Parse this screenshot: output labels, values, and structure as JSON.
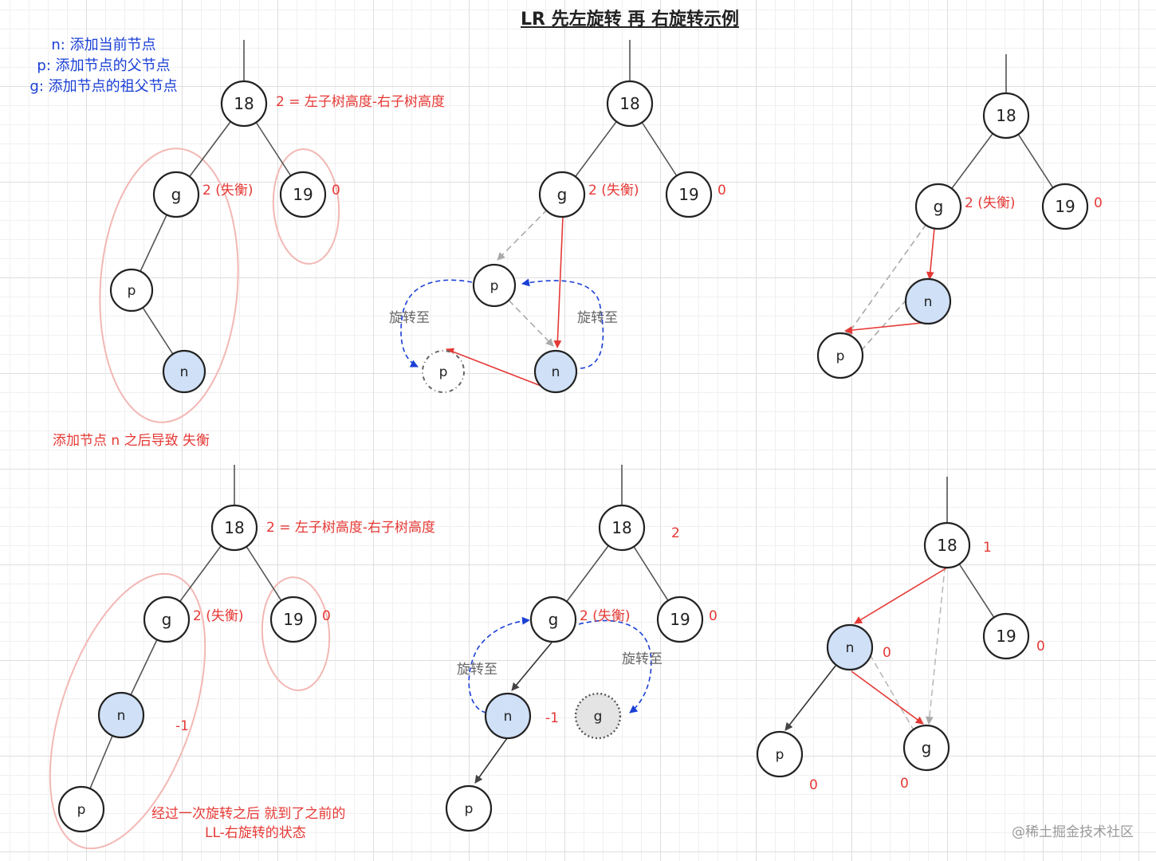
{
  "title": "LR 先左旋转 再 右旋转示例",
  "legend": {
    "n": "n:  添加当前节点",
    "p": "p: 添加节点的父节点",
    "g": "g: 添加节点的祖父节点"
  },
  "notes": {
    "height_formula": "2 = 左子树高度-右子树高度",
    "imbalance_caption": "添加节点 n 之后导致 失衡",
    "after_rotation_line1": "经过一次旋转之后  就到了之前的",
    "after_rotation_line2": "LL-右旋转的状态"
  },
  "labels": {
    "rotate_to": "旋转至",
    "unbalanced": "2 (失衡)",
    "two": "2",
    "one": "1",
    "zero": "0",
    "minus_one": "-1"
  },
  "colors": {
    "red": "#e53935",
    "blue": "#1a3fd6",
    "node_fill_blue": "#cfe0f7",
    "node_fill_gray": "#e4e4e4",
    "ellipse": "#f2b8b4"
  },
  "nodes": {
    "root": "18",
    "right": "19",
    "g": "g",
    "p": "p",
    "n": "n"
  },
  "watermark": "@稀土掘金技术社区"
}
